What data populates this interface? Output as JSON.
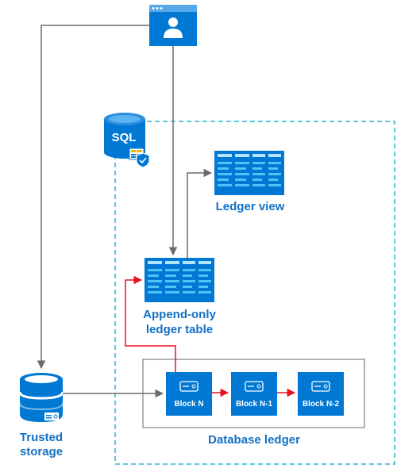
{
  "diagram": {
    "sql_icon_text": "SQL",
    "ledger_view_label": "Ledger view",
    "append_only_label_line1": "Append-only",
    "append_only_label_line2": "ledger table",
    "trusted_storage_line1": "Trusted",
    "trusted_storage_line2": "storage",
    "database_ledger_label": "Database ledger",
    "blocks": [
      "Block N",
      "Block N-1",
      "Block N-2"
    ],
    "colors": {
      "accent": "#0078d4",
      "label": "#1470c4",
      "dashed_border": "#2ab5c8",
      "arrow_gray": "#6b6b6b",
      "arrow_red": "#e81123",
      "table_row": "#4fc3f7"
    }
  }
}
